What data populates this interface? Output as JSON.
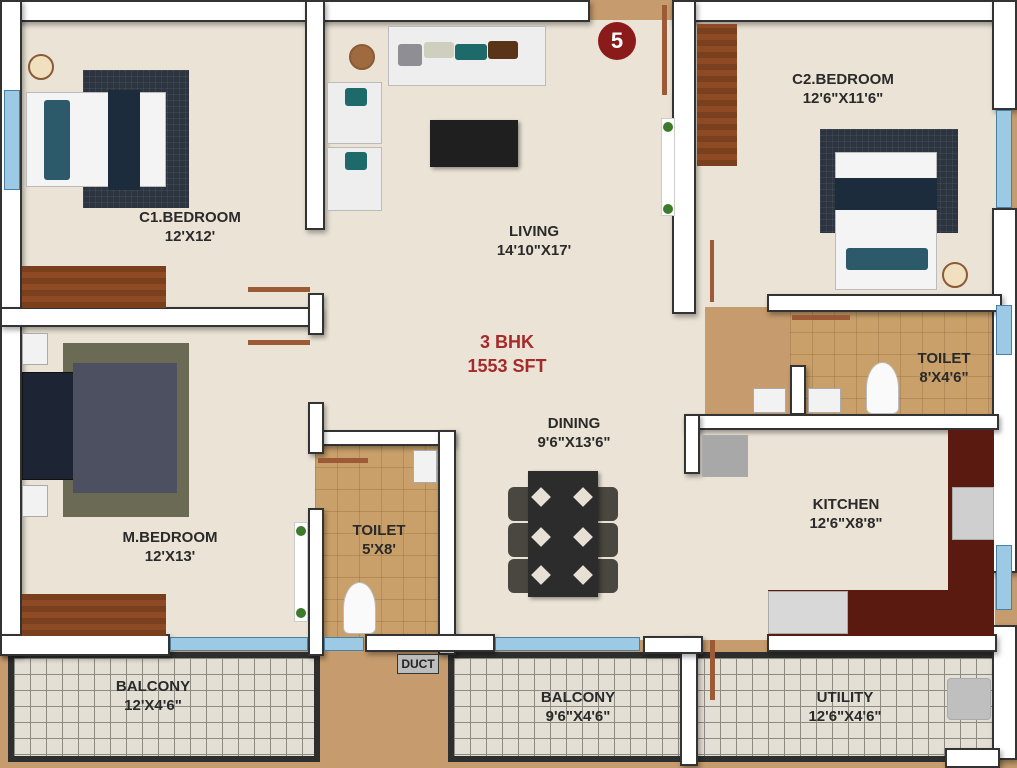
{
  "plan": {
    "unit_number": "5",
    "type": "3 BHK",
    "area": "1553 SFT"
  },
  "rooms": {
    "c1_bedroom": {
      "name": "C1.BEDROOM",
      "size": "12'X12'"
    },
    "living": {
      "name": "LIVING",
      "size": "14'10\"X17'"
    },
    "c2_bedroom": {
      "name": "C2.BEDROOM",
      "size": "12'6\"X11'6\""
    },
    "m_bedroom": {
      "name": "M.BEDROOM",
      "size": "12'X13'"
    },
    "toilet_common": {
      "name": "TOILET",
      "size": "5'X8'"
    },
    "dining": {
      "name": "DINING",
      "size": "9'6\"X13'6\""
    },
    "toilet_attached": {
      "name": "TOILET",
      "size": "8'X4'6\""
    },
    "kitchen": {
      "name": "KITCHEN",
      "size": "12'6\"X8'8\""
    },
    "balcony_1": {
      "name": "BALCONY",
      "size": "12'X4'6\""
    },
    "balcony_2": {
      "name": "BALCONY",
      "size": "9'6\"X4'6\""
    },
    "utility": {
      "name": "UTILITY",
      "size": "12'6\"X4'6\""
    },
    "duct": {
      "name": "DUCT"
    }
  },
  "colors": {
    "highlight_text": "#a52a2a",
    "badge": "#8b1a1a",
    "floor": "#ebe4d6",
    "toilet_tile": "#c9a06a",
    "wall": "#ffffff"
  }
}
